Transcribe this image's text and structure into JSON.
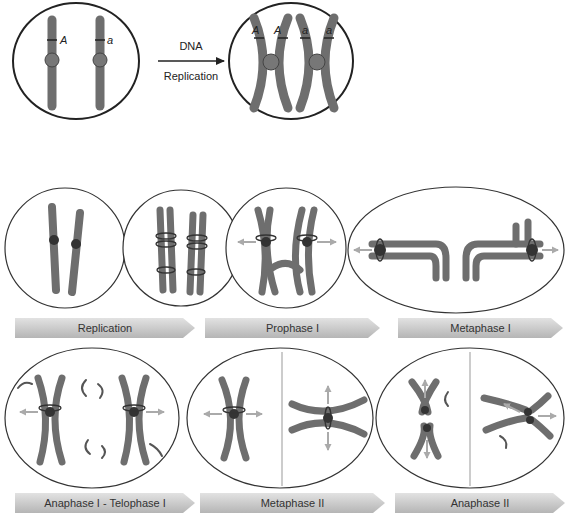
{
  "diagram": {
    "nodes": [
      {
        "text": [
          "A",
          "a"
        ]
      },
      {
        "text": [
          "A",
          "A",
          "a",
          "a"
        ]
      },
      {
        "text": [
          "Replication"
        ]
      },
      {
        "text": [
          "Prophase I"
        ]
      },
      {
        "text": [
          "Metaphase I"
        ]
      },
      {
        "text": [
          "Anaphase I - Telophase I"
        ]
      },
      {
        "text": [
          "Metaphase II"
        ]
      },
      {
        "text": [
          "Anaphase II"
        ]
      }
    ],
    "edges": [
      {
        "from": 0,
        "to": 1,
        "label": "DNA Replication",
        "arrow": "to"
      }
    ]
  }
}
